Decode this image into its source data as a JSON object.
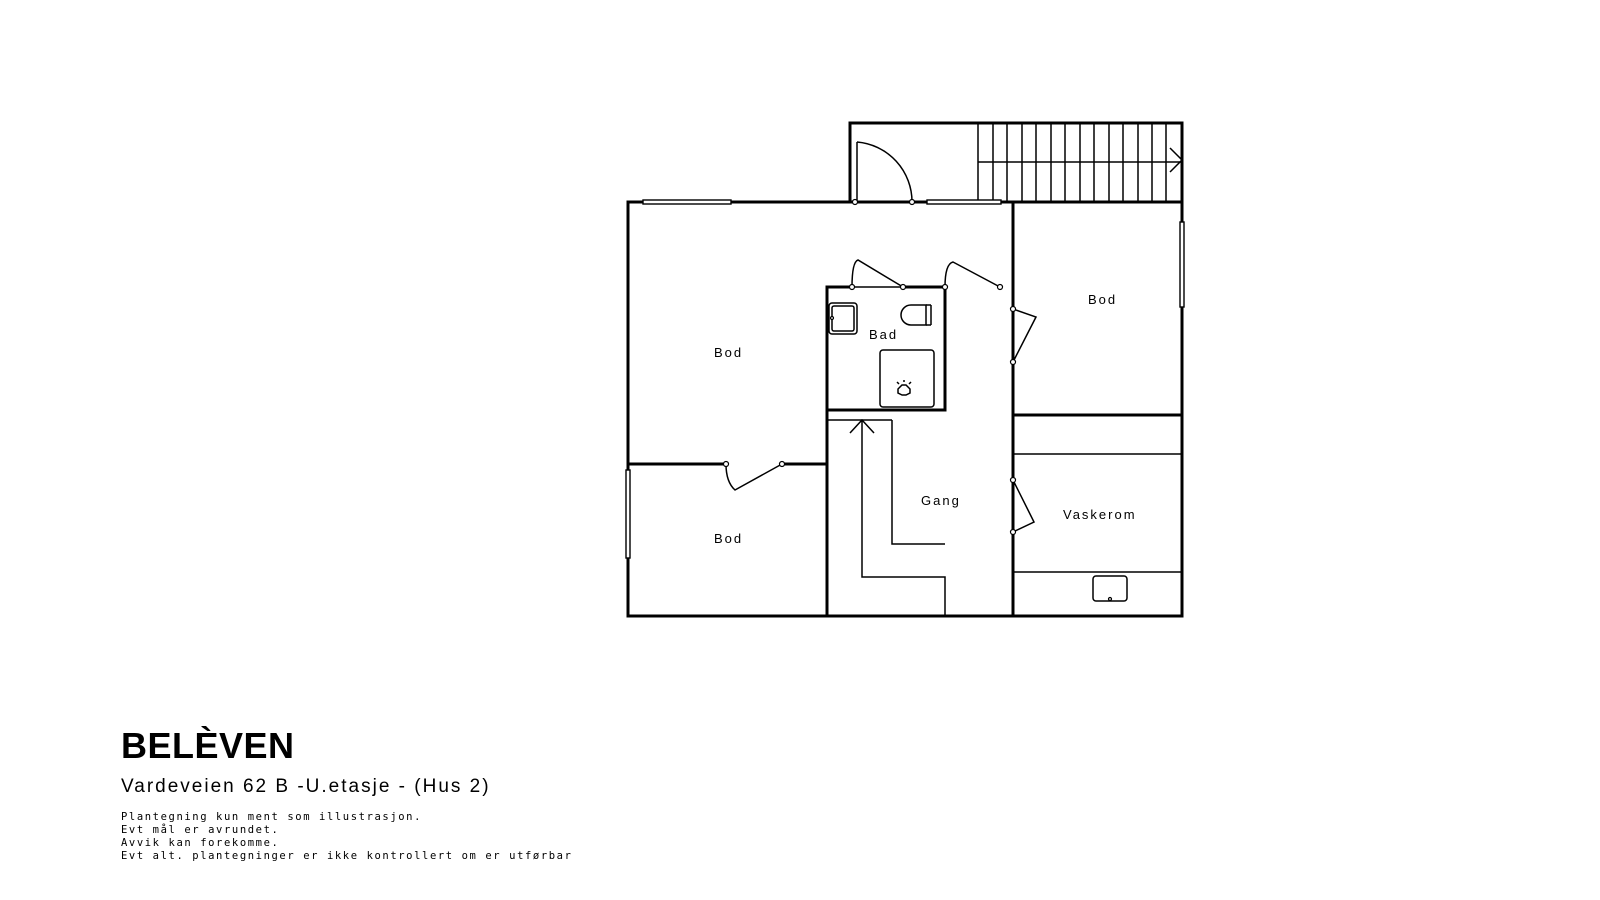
{
  "plan": {
    "rooms": {
      "bod_top_left": "Bod",
      "bod_bottom_left": "Bod",
      "bad": "Bad",
      "bod_right": "Bod",
      "gang": "Gang",
      "vaskerom": "Vaskerom"
    }
  },
  "footer": {
    "brand": "BELÈVEN",
    "address": "Vardeveien 62 B -U.etasje - (Hus 2)",
    "disclaimer": [
      "Plantegning kun ment som illustrasjon.",
      "Evt mål er avrundet.",
      "Avvik kan forekomme.",
      "Evt alt. plantegninger er ikke kontrollert om er utførbar"
    ]
  }
}
